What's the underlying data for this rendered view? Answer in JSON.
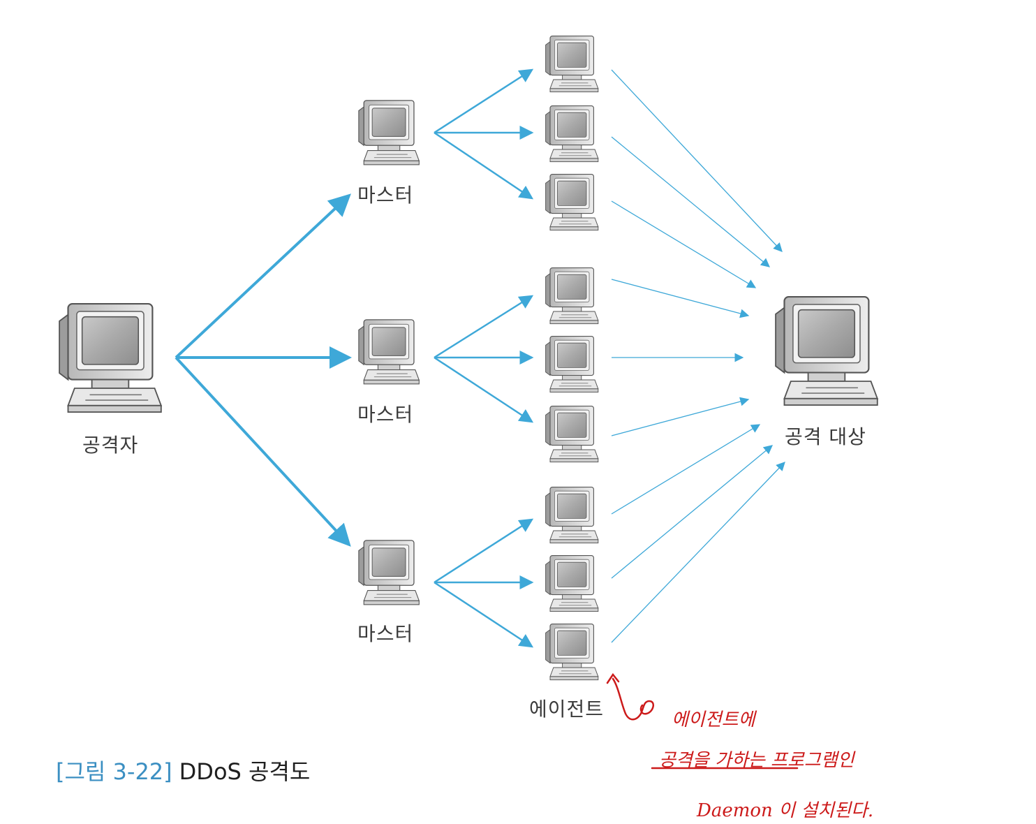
{
  "nodes": {
    "attacker_label": "공격자",
    "master_label": "마스터",
    "agent_label": "에이전트",
    "target_label": "공격 대상"
  },
  "caption": {
    "figure_number": "[그림 3-22]",
    "title": "DDoS 공격도"
  },
  "handwritten_note": {
    "line1": "에이전트에",
    "line2": "공격을 가하는 프로그램인",
    "line3": "Daemon 이 설치된다."
  },
  "colors": {
    "arrow": "#3ea8d8",
    "note": "#cc1a1a",
    "caption_number": "#3b8fc2",
    "label": "#3a3a3a"
  }
}
